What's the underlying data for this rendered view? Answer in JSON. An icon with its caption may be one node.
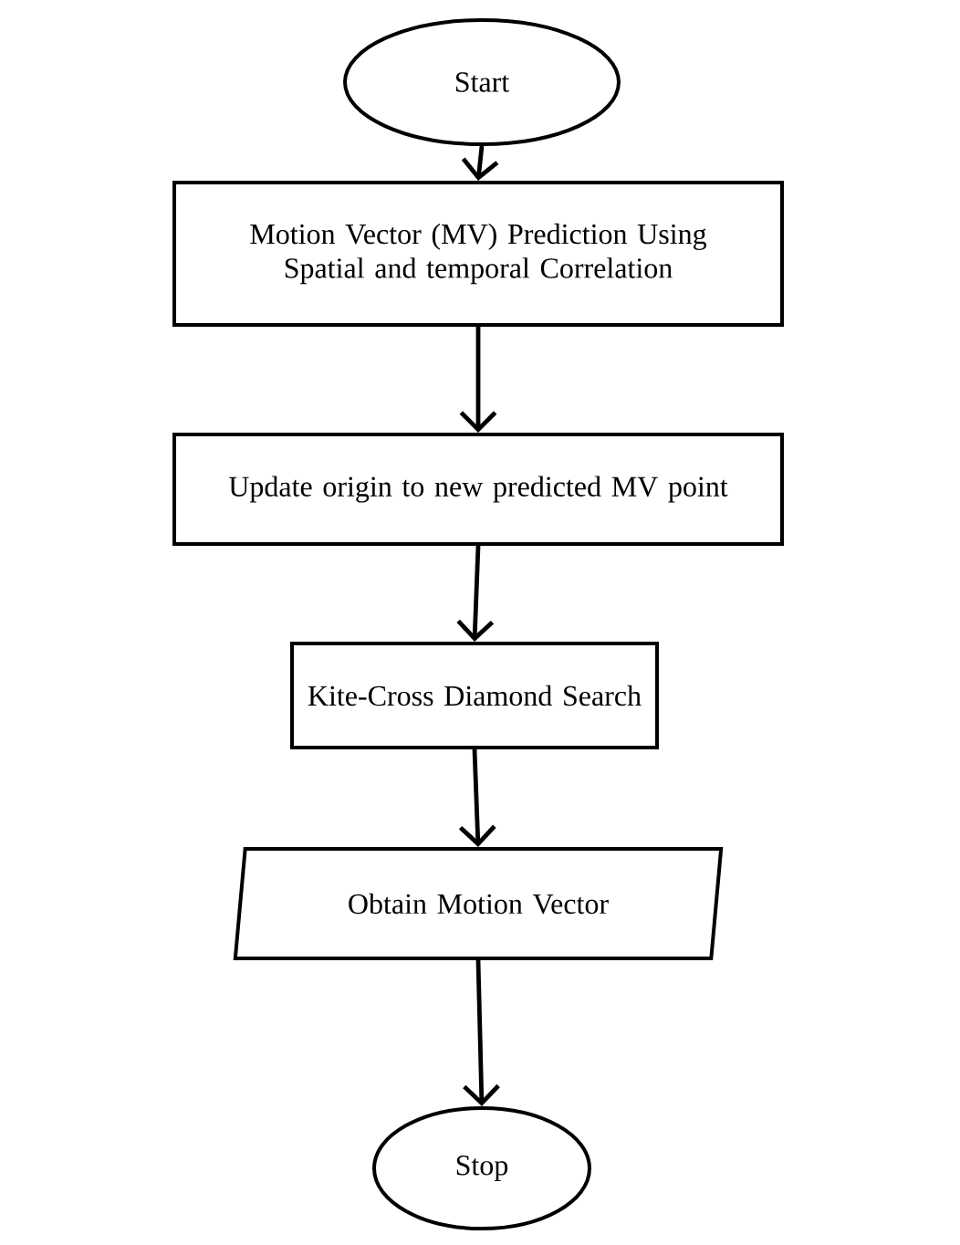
{
  "diagram": {
    "nodes": [
      {
        "text": [
          "Start"
        ]
      },
      {
        "text": [
          "Motion Vector (MV) Prediction Using Spatial and temporal Correlation"
        ]
      },
      {
        "text": [
          "Update origin to new predicted MV point"
        ]
      },
      {
        "text": [
          "Kite-Cross Diamond Search"
        ]
      },
      {
        "text": [
          "Obtain Motion Vector"
        ]
      },
      {
        "text": [
          "Stop"
        ]
      }
    ],
    "edges": [
      {
        "from": 0,
        "to": 1,
        "arrow": "to"
      },
      {
        "from": 1,
        "to": 2,
        "arrow": "to"
      },
      {
        "from": 2,
        "to": 3,
        "arrow": "to"
      },
      {
        "from": 3,
        "to": 4,
        "arrow": "to"
      },
      {
        "from": 4,
        "to": 5,
        "arrow": "to"
      }
    ]
  }
}
